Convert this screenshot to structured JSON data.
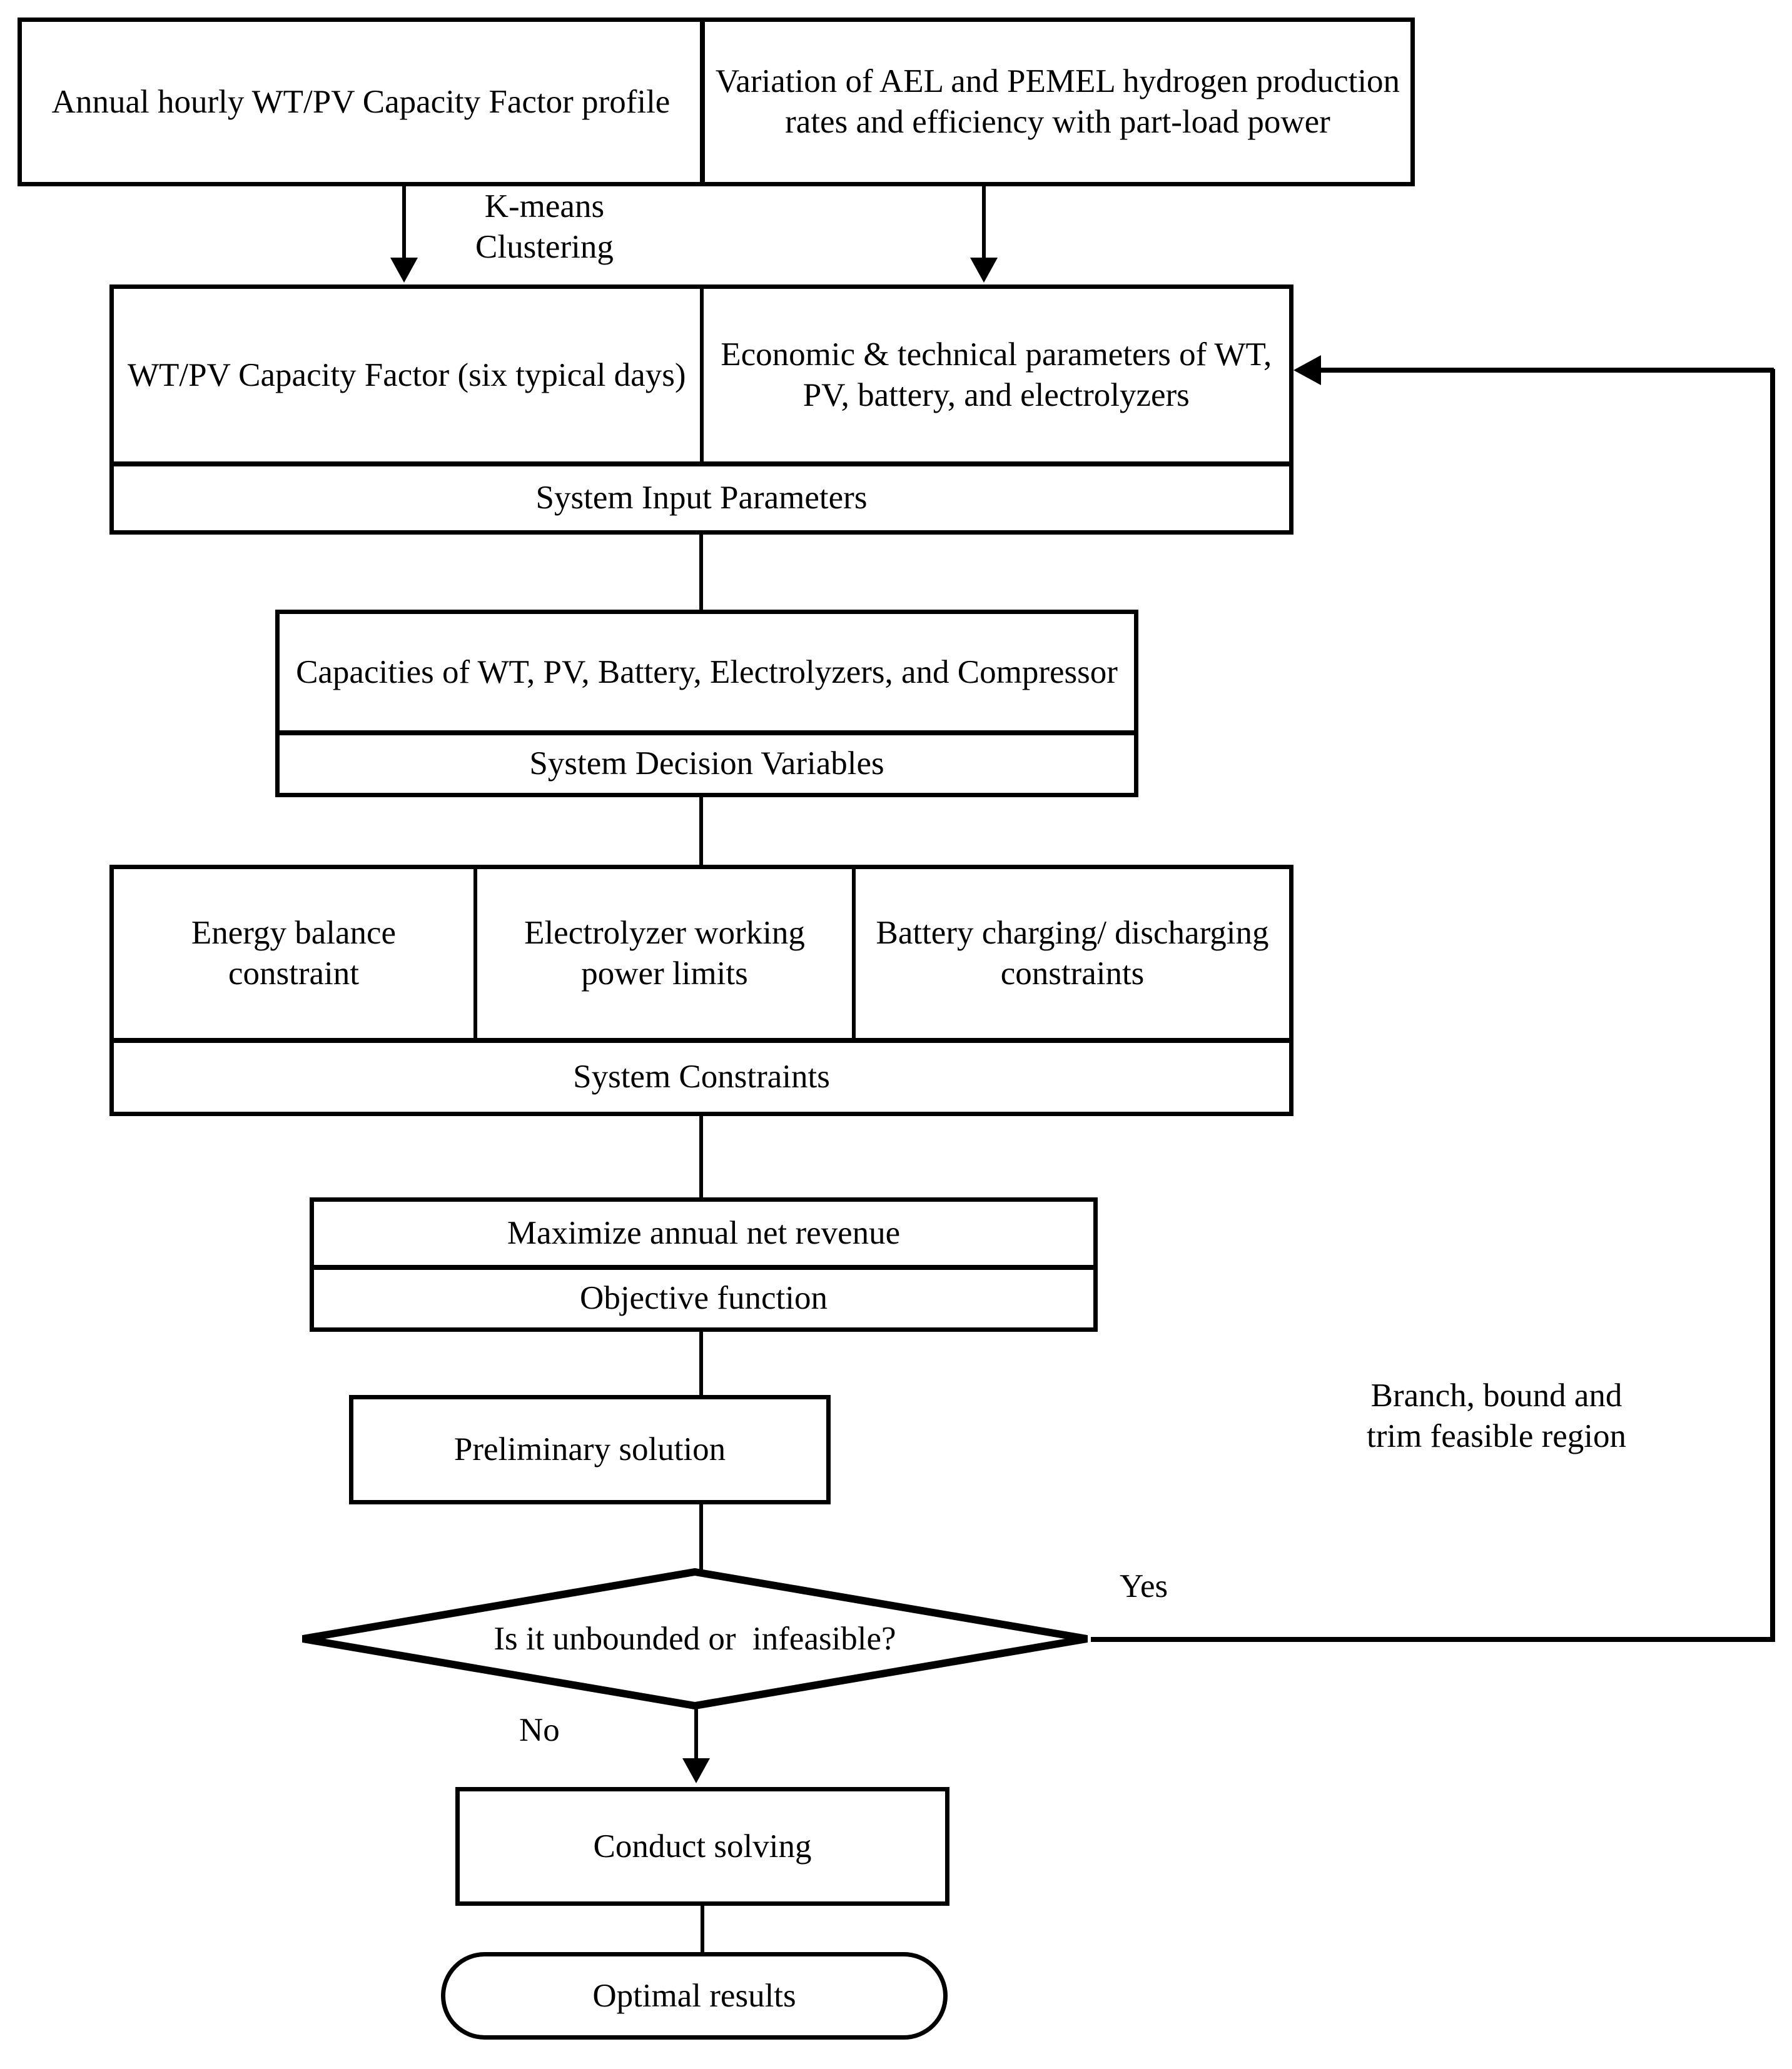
{
  "diagram": {
    "title": "Optimization model flowchart",
    "type": "flowchart",
    "stroke_color": "#000000",
    "background_color": "#ffffff"
  },
  "inputs": {
    "profile_box": "Annual hourly WT/PV Capacity Factor profile",
    "variation_box": "Variation of AEL and PEMEL hydrogen production rates and efficiency with part-load power",
    "kmeans_label": "K-means\nClustering"
  },
  "system_input": {
    "cells": [
      "WT/PV Capacity Factor (six typical days)",
      "Economic & technical parameters of WT, PV, battery, and electrolyzers"
    ],
    "group_label": "System Input Parameters"
  },
  "decision_variables": {
    "cells": [
      "Capacities of WT, PV, Battery, Electrolyzers, and Compressor"
    ],
    "group_label": "System Decision Variables"
  },
  "constraints": {
    "cells": [
      "Energy balance constraint",
      "Electrolyzer working power limits",
      "Battery charging/ discharging constraints"
    ],
    "group_label": "System Constraints"
  },
  "objective": {
    "cells": [
      "Maximize annual net revenue"
    ],
    "group_label": "Objective function"
  },
  "solution": {
    "preliminary": "Preliminary solution",
    "decision": "Is it unbounded or  infeasible?",
    "yes_label": "Yes",
    "no_label": "No",
    "conduct": "Conduct solving",
    "optimal": "Optimal results"
  },
  "feedback": {
    "label": "Branch, bound and\ntrim feasible region"
  }
}
